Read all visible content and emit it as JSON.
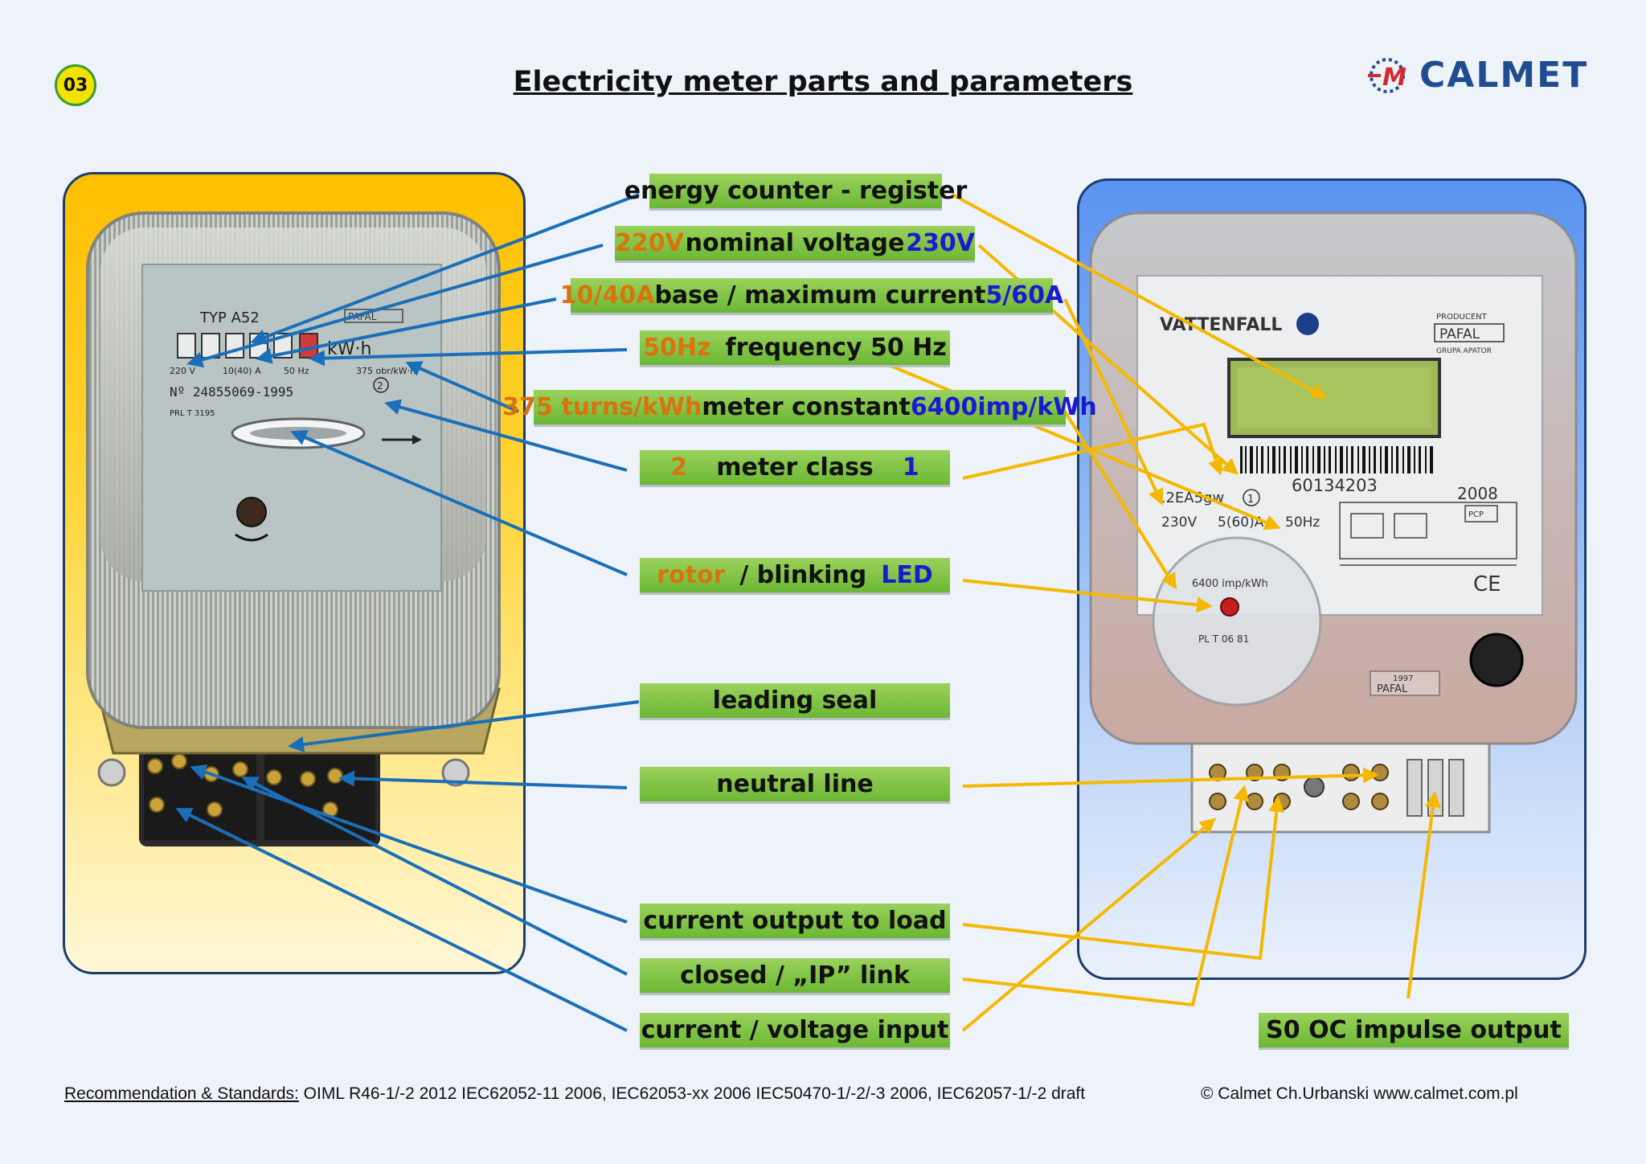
{
  "header": {
    "page_number": "03",
    "title": "Electricity meter parts and parameters",
    "logo_text": "CALMET",
    "logo_mark_text": "M"
  },
  "left_meter": {
    "type_label": "TYP A52",
    "unit_label": "kW·h",
    "voltage_label": "220 V",
    "current_label": "10(40) A",
    "frequency_label": "50 Hz",
    "constant_label": "375 obr/kW·h",
    "serial_label": "Nº 24855069-1995",
    "approval_label": "PRL T 3195",
    "class_label": "2",
    "brand_label": "PAFAL"
  },
  "right_meter": {
    "brand": "VATTENFALL",
    "producer_caption": "PRODUCENT",
    "producer_brand": "PAFAL",
    "producer_group": "GRUPA APATOR",
    "barcode_number": "60134203",
    "model": "12EA5gw",
    "class_label": "1",
    "year": "2008",
    "voltage": "230V",
    "current": "5(60)A",
    "frequency": "50Hz",
    "pcp_label": "PCP",
    "constant": "6400 imp/kWh",
    "approval": "PL T 06 81",
    "seal_year": "1997",
    "seal_brand": "PAFAL"
  },
  "labels": {
    "register": {
      "text": "energy counter - register"
    },
    "voltage": {
      "old": "220V",
      "text": "nominal voltage",
      "new": "230V"
    },
    "current": {
      "old": "10/40A",
      "text": "base / maximum current",
      "new": "5/60A"
    },
    "frequency": {
      "old": "50Hz",
      "text": "frequency 50 Hz"
    },
    "constant": {
      "old": "375 turns/kWh",
      "text": "meter constant",
      "new": "6400imp/kWh"
    },
    "class": {
      "old": "2",
      "text": "meter class",
      "new": "1"
    },
    "rotor": {
      "old": "rotor",
      "sep": "/ blinking",
      "new": "LED"
    },
    "seal": {
      "text": "leading seal"
    },
    "neutral": {
      "text": "neutral line"
    },
    "output": {
      "text": "current output to load"
    },
    "link": {
      "text": "closed / „IP” link"
    },
    "input": {
      "text": "current / voltage input"
    },
    "s0": {
      "text": "S0 OC impulse output"
    }
  },
  "footer": {
    "standards_label": "Recommendation & Standards:",
    "standards_text": "OIML R46-1/-2 2012   IEC62052-11 2006, IEC62053-xx 2006   IEC50470-1/-2/-3 2006, IEC62057-1/-2 draft",
    "copyright": "© Calmet Ch.Urbanski   www.calmet.com.pl"
  },
  "colors": {
    "left_arrow": "#1a6fb8",
    "right_arrow": "#f5b800",
    "label_green": "#7fc341",
    "old_value": "#d9730c",
    "new_value": "#1a1ad1",
    "border_navy": "#1c3d6e"
  }
}
